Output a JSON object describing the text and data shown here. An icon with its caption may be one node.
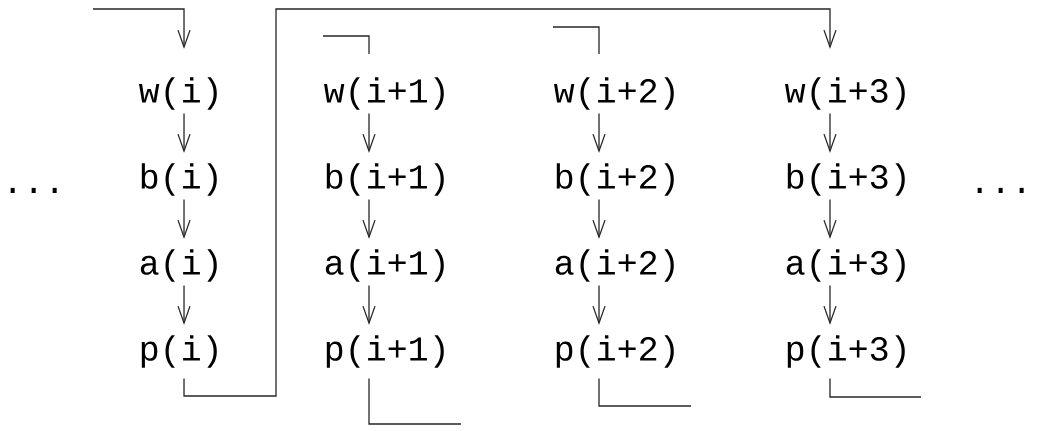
{
  "diagram": {
    "nodes": [
      {
        "text": [
          "w(i)"
        ]
      },
      {
        "text": [
          "w(i+1)"
        ]
      },
      {
        "text": [
          "w(i+2)"
        ]
      },
      {
        "text": [
          "w(i+3)"
        ]
      },
      {
        "text": [
          "b(i)"
        ]
      },
      {
        "text": [
          "b(i+1)"
        ]
      },
      {
        "text": [
          "b(i+2)"
        ]
      },
      {
        "text": [
          "b(i+3)"
        ]
      },
      {
        "text": [
          "a(i)"
        ]
      },
      {
        "text": [
          "a(i+1)"
        ]
      },
      {
        "text": [
          "a(i+2)"
        ]
      },
      {
        "text": [
          "a(i+3)"
        ]
      },
      {
        "text": [
          "p(i)"
        ]
      },
      {
        "text": [
          "p(i+1)"
        ]
      },
      {
        "text": [
          "p(i+2)"
        ]
      },
      {
        "text": [
          "p(i+3)"
        ]
      }
    ],
    "edges": [
      {
        "from": null,
        "to": 0,
        "arrow": "to"
      },
      {
        "from": null,
        "to": 1,
        "arrow": "none"
      },
      {
        "from": null,
        "to": 2,
        "arrow": "none"
      },
      {
        "from": 12,
        "to": 3,
        "arrow": "to"
      },
      {
        "from": 0,
        "to": 4,
        "arrow": "to"
      },
      {
        "from": 4,
        "to": 8,
        "arrow": "to"
      },
      {
        "from": 8,
        "to": 12,
        "arrow": "to"
      },
      {
        "from": 1,
        "to": 5,
        "arrow": "to"
      },
      {
        "from": 5,
        "to": 9,
        "arrow": "to"
      },
      {
        "from": 9,
        "to": 13,
        "arrow": "to"
      },
      {
        "from": 2,
        "to": 6,
        "arrow": "to"
      },
      {
        "from": 6,
        "to": 10,
        "arrow": "to"
      },
      {
        "from": 10,
        "to": 14,
        "arrow": "to"
      },
      {
        "from": 3,
        "to": 7,
        "arrow": "to"
      },
      {
        "from": 7,
        "to": 11,
        "arrow": "to"
      },
      {
        "from": 11,
        "to": 15,
        "arrow": "to"
      },
      {
        "from": 13,
        "to": null,
        "arrow": "none"
      },
      {
        "from": 14,
        "to": null,
        "arrow": "none"
      },
      {
        "from": 15,
        "to": null,
        "arrow": "none"
      }
    ],
    "labels": [
      "...",
      "..."
    ]
  }
}
